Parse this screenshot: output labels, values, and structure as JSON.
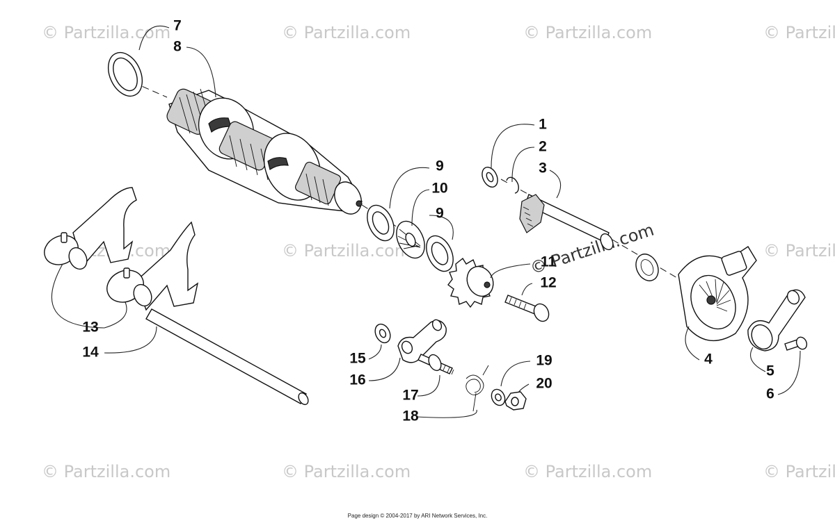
{
  "watermark": {
    "text": "© Partzilla.com"
  },
  "callouts": [
    {
      "number": "1"
    },
    {
      "number": "2"
    },
    {
      "number": "3"
    },
    {
      "number": "4"
    },
    {
      "number": "5"
    },
    {
      "number": "6"
    },
    {
      "number": "7"
    },
    {
      "number": "8"
    },
    {
      "number": "9"
    },
    {
      "number": "10"
    },
    {
      "number": "9"
    },
    {
      "number": "11"
    },
    {
      "number": "12"
    },
    {
      "number": "13"
    },
    {
      "number": "14"
    },
    {
      "number": "15"
    },
    {
      "number": "16"
    },
    {
      "number": "17"
    },
    {
      "number": "18"
    },
    {
      "number": "19"
    },
    {
      "number": "20"
    }
  ],
  "footer": {
    "text": "Page design © 2004-2017 by ARI Network Services, Inc."
  }
}
